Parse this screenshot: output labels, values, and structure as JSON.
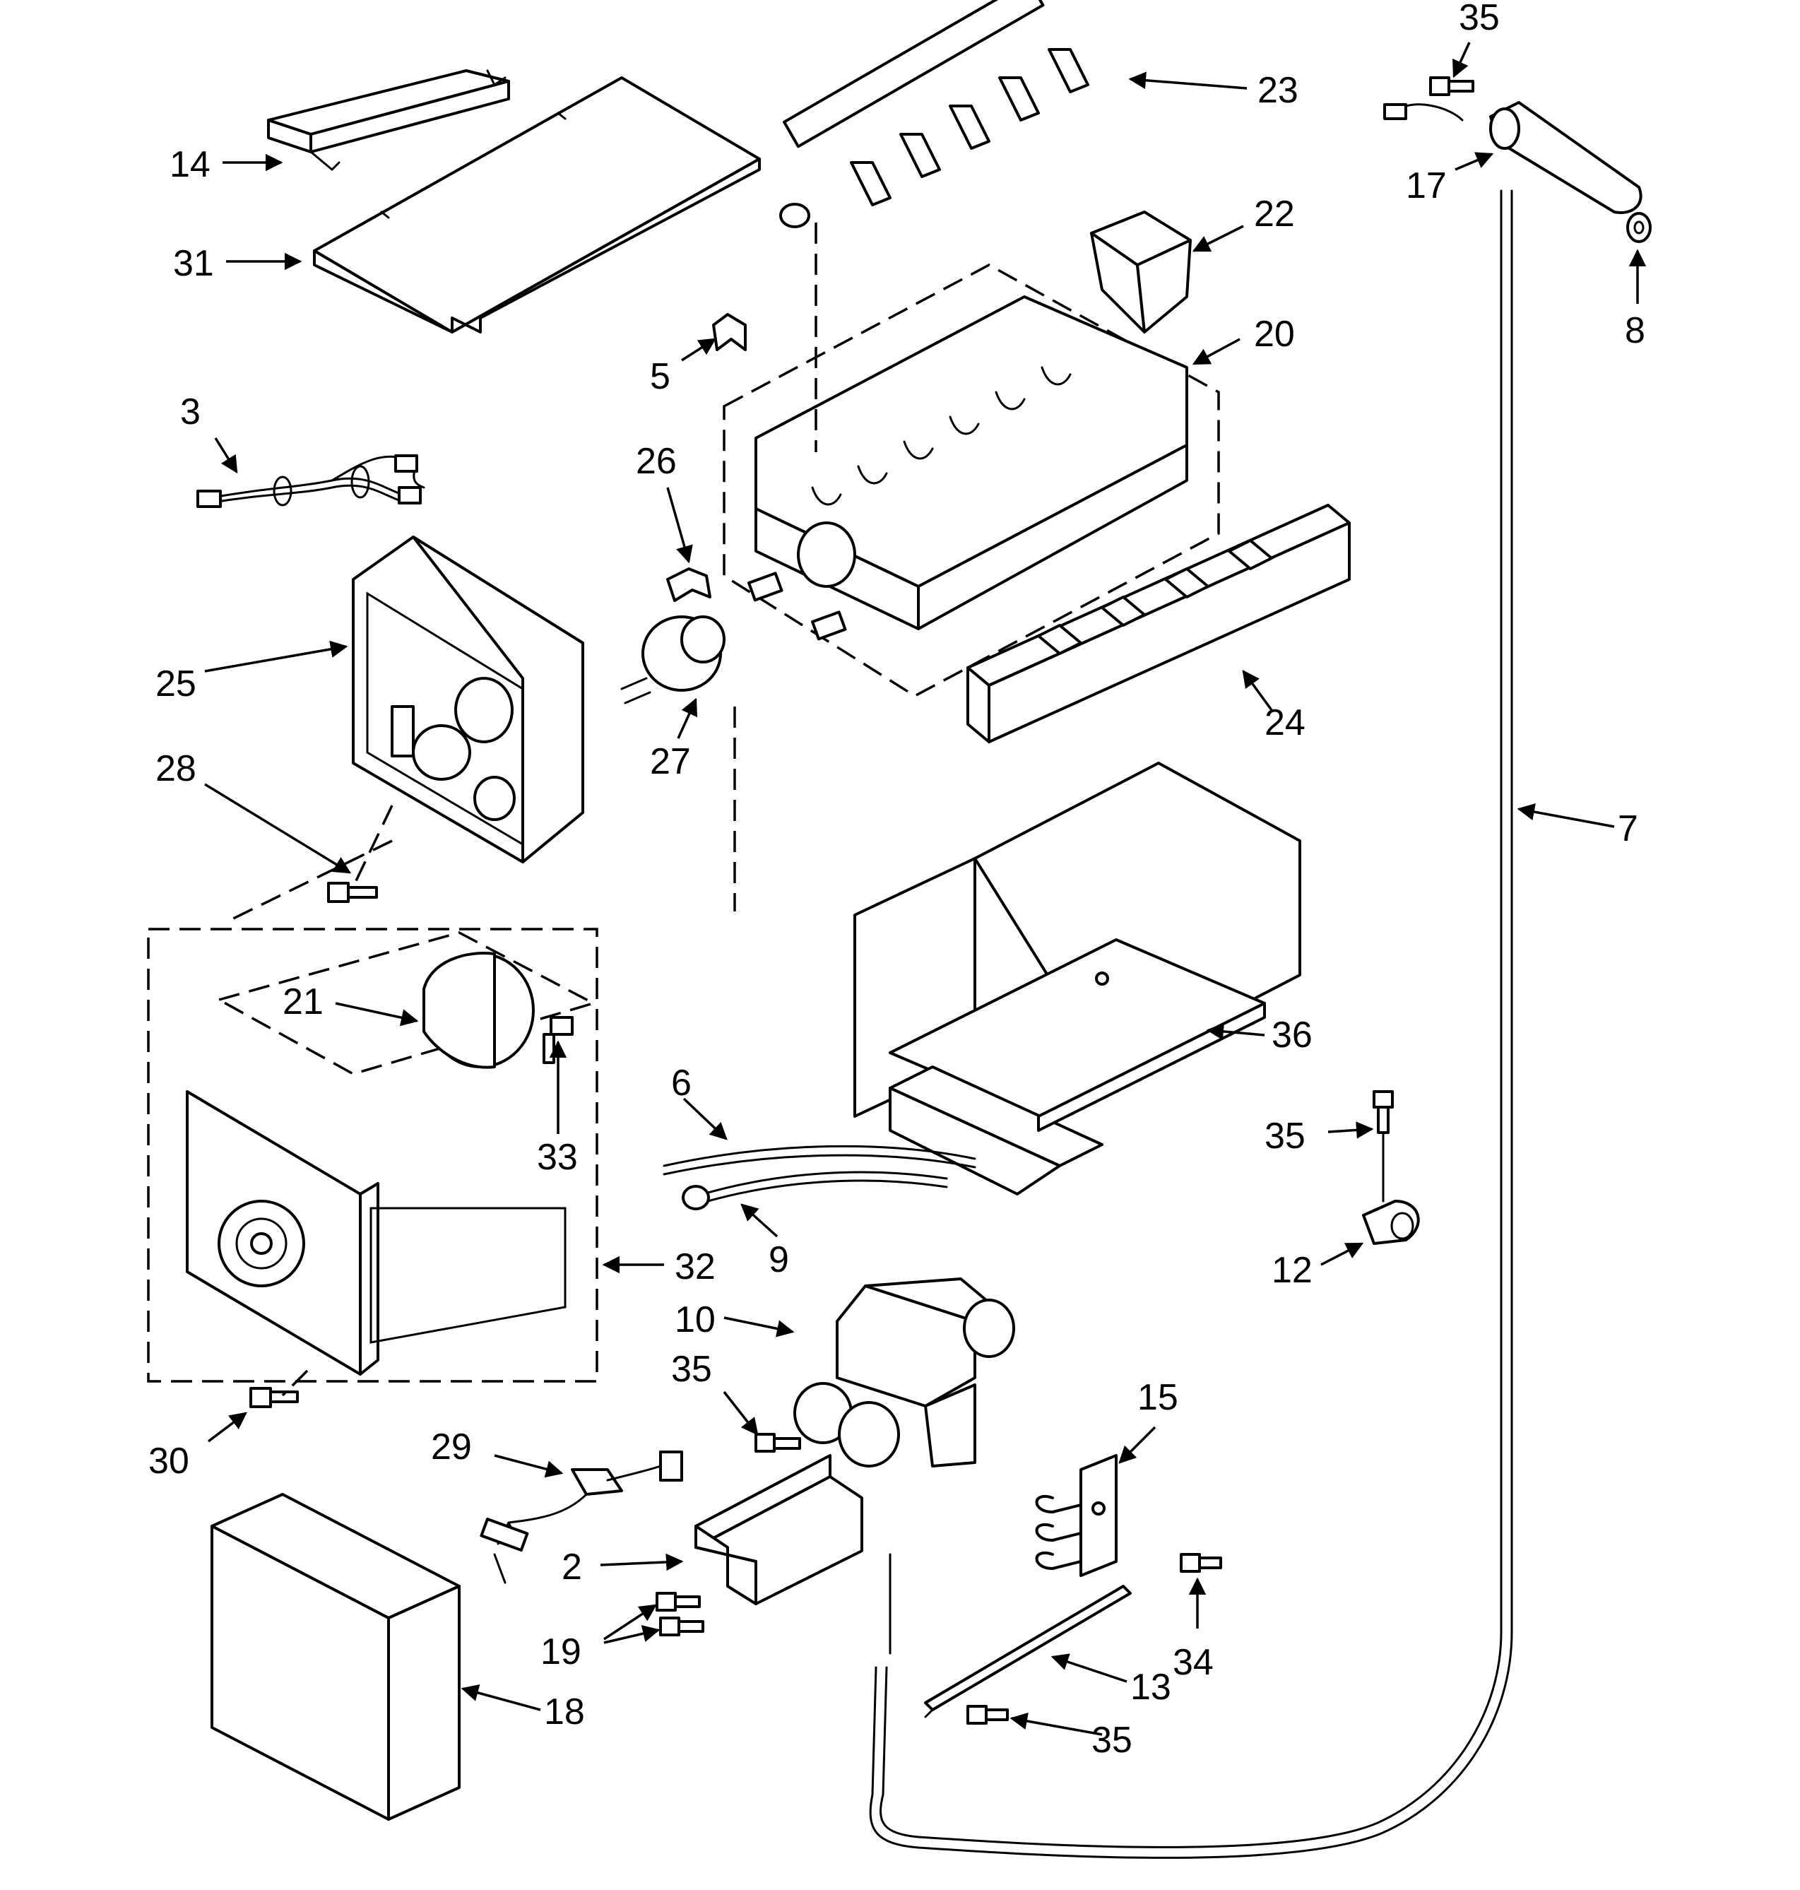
{
  "callouts": [
    {
      "id": "p14",
      "label": "14"
    },
    {
      "id": "p31",
      "label": "31"
    },
    {
      "id": "p3",
      "label": "3"
    },
    {
      "id": "p25",
      "label": "25"
    },
    {
      "id": "p28",
      "label": "28"
    },
    {
      "id": "p21",
      "label": "21"
    },
    {
      "id": "p33",
      "label": "33"
    },
    {
      "id": "p32",
      "label": "32"
    },
    {
      "id": "p30",
      "label": "30"
    },
    {
      "id": "p5",
      "label": "5"
    },
    {
      "id": "p26",
      "label": "26"
    },
    {
      "id": "p27",
      "label": "27"
    },
    {
      "id": "p23",
      "label": "23"
    },
    {
      "id": "p22",
      "label": "22"
    },
    {
      "id": "p20",
      "label": "20"
    },
    {
      "id": "p24",
      "label": "24"
    },
    {
      "id": "p36",
      "label": "36"
    },
    {
      "id": "p6",
      "label": "6"
    },
    {
      "id": "p9",
      "label": "9"
    },
    {
      "id": "p10",
      "label": "10"
    },
    {
      "id": "p35a",
      "label": "35"
    },
    {
      "id": "p29",
      "label": "29"
    },
    {
      "id": "p2",
      "label": "2"
    },
    {
      "id": "p19",
      "label": "19"
    },
    {
      "id": "p18",
      "label": "18"
    },
    {
      "id": "p35b",
      "label": "35"
    },
    {
      "id": "p17",
      "label": "17"
    },
    {
      "id": "p8",
      "label": "8"
    },
    {
      "id": "p7",
      "label": "7"
    },
    {
      "id": "p35c",
      "label": "35"
    },
    {
      "id": "p12",
      "label": "12"
    },
    {
      "id": "p15",
      "label": "15"
    },
    {
      "id": "p34",
      "label": "34"
    },
    {
      "id": "p13",
      "label": "13"
    },
    {
      "id": "p35d",
      "label": "35"
    }
  ]
}
